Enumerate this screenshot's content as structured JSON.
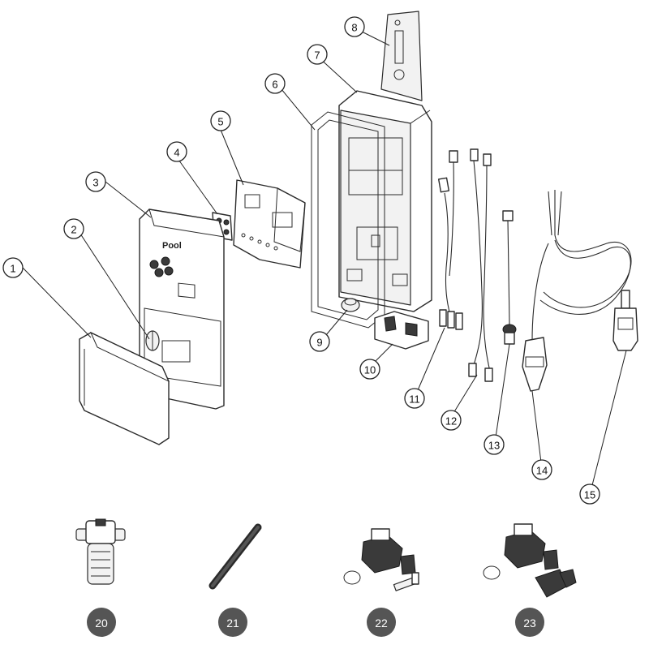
{
  "diagram": {
    "main_callouts": [
      "1",
      "2",
      "3",
      "4",
      "5",
      "6",
      "7",
      "8",
      "9",
      "10",
      "11",
      "12",
      "13",
      "14",
      "15"
    ],
    "accessory_callouts": [
      "20",
      "21",
      "22",
      "23"
    ],
    "cover_logo": "Pool",
    "colors": {
      "line": "#2b2b2b",
      "badge": "#555555",
      "background": "#ffffff"
    }
  }
}
